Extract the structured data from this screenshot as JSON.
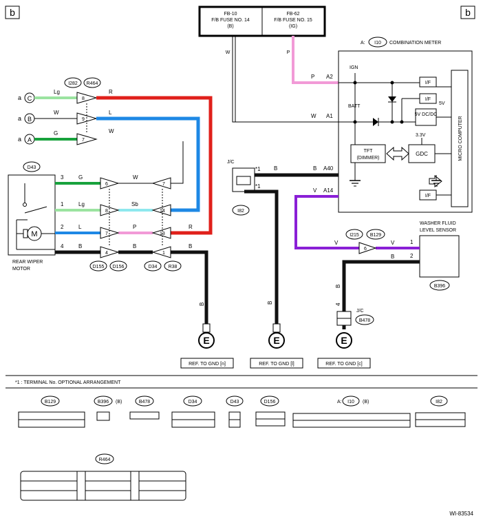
{
  "page_markers": {
    "left": "b",
    "right": "b"
  },
  "fuses": [
    {
      "id": "FB-10",
      "line1": "F/B FUSE NO. 14",
      "line2": "(B)"
    },
    {
      "id": "FB-62",
      "line1": "F/B FUSE NO. 15",
      "line2": "(IG)"
    }
  ],
  "combination_meter": {
    "prefix": "A:",
    "connector": "I10",
    "name": "COMBINATION METER",
    "ign": "IGN",
    "batt": "BATT",
    "if_label": "I/F",
    "dcdc": "5V DC/DC",
    "v5": "5V",
    "v33": "3.3V",
    "gdc": "GDC",
    "tft": "TFT (DIMMER)",
    "micro": "MICRO COMPUTER"
  },
  "meter_pins": [
    {
      "wire": "P",
      "pin": "A2"
    },
    {
      "wire": "W",
      "pin": "A1"
    },
    {
      "wire": "B",
      "pin": "A40"
    },
    {
      "wire": "V",
      "pin": "A14"
    }
  ],
  "fuse_wires": {
    "w": "W",
    "p": "P"
  },
  "harness_connectors": [
    "I282",
    "R464",
    "D43",
    "D155",
    "D156",
    "D34",
    "R38",
    "I82",
    "I215",
    "B129",
    "B396",
    "B478"
  ],
  "abc_inputs": [
    {
      "a": "a",
      "letter": "C",
      "wire": "Lg",
      "pin": "8",
      "out": "R"
    },
    {
      "a": "a",
      "letter": "B",
      "wire": "W",
      "pin": "9",
      "out": "L"
    },
    {
      "a": "a",
      "letter": "A",
      "wire": "G",
      "pin": "7",
      "out": "W"
    }
  ],
  "motor_rows": [
    {
      "pin": "3",
      "wire": "G",
      "mid_left": "6",
      "mid_wire": "W",
      "mid_right": "7",
      "right_wire": ""
    },
    {
      "pin": "1",
      "wire": "Lg",
      "mid_left": "8",
      "mid_wire": "Sb",
      "mid_right": "14",
      "right_wire": ""
    },
    {
      "pin": "2",
      "wire": "L",
      "mid_left": "7",
      "mid_wire": "P",
      "mid_right": "13",
      "right_wire": "R"
    },
    {
      "pin": "4",
      "wire": "B",
      "mid_left": "4",
      "mid_wire": "B",
      "mid_right": "1",
      "right_wire": "B"
    }
  ],
  "motor": {
    "symbol": "M",
    "label_line1": "REAR WIPER",
    "label_line2": "MOTOR"
  },
  "jc": {
    "label": "J/C",
    "star1": "*1",
    "wire1": "B",
    "star2": "*1",
    "ref": "I82",
    "vertical_wire": "B"
  },
  "washer": {
    "title_line1": "WASHER FLUID",
    "title_line2": "LEVEL SENSOR",
    "pin_v": "1",
    "pin_b": "2",
    "wire_v": "V",
    "wire_b": "B",
    "inline_pin": "6",
    "vertical_wire": "B",
    "jc_label": "J/C",
    "jc_pin": "4"
  },
  "grounds": [
    {
      "symbol": "E",
      "wire": "B",
      "ref": "REF. TO GND [n]"
    },
    {
      "symbol": "E",
      "wire": "B",
      "ref": "REF. TO GND [l]"
    },
    {
      "symbol": "E",
      "wire": "B",
      "ref": "REF. TO GND [c]"
    }
  ],
  "footnote": "*1 : TERMINAL No. OPTIONAL ARRANGEMENT",
  "connector_labels": {
    "b129": "B129",
    "b396": "B396",
    "b396_suffix": "(B)",
    "b478": "B478",
    "d34": "D34",
    "d43": "D43",
    "d156": "D156",
    "i10_prefix": "A:",
    "i10": "I10",
    "i10_suffix": "(B)",
    "i82": "I82",
    "r464": "R464"
  },
  "figure_id": "WI-83534",
  "colors": {
    "red": "#e0201b",
    "blue": "#1e88e5",
    "light_green": "#9be3a0",
    "green": "#18a23c",
    "pink": "#f29ad7",
    "cyan": "#8ee8ee",
    "purple": "#8a1fd6",
    "black": "#111111"
  }
}
